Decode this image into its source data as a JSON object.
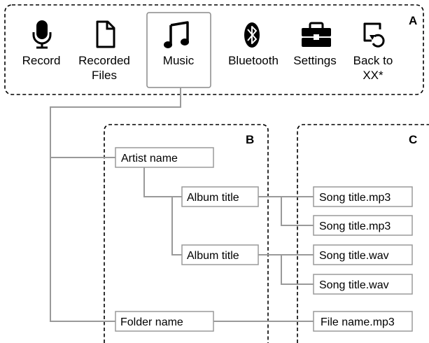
{
  "section_labels": {
    "a": "A",
    "b": "B",
    "c": "C"
  },
  "menu": [
    {
      "id": "record",
      "icon": "microphone-icon",
      "lines": [
        "Record"
      ]
    },
    {
      "id": "recorded-files",
      "icon": "document-icon",
      "lines": [
        "Recorded",
        "Files"
      ]
    },
    {
      "id": "music",
      "icon": "music-note-icon",
      "lines": [
        "Music"
      ],
      "selected": true
    },
    {
      "id": "bluetooth",
      "icon": "bluetooth-icon",
      "lines": [
        "Bluetooth"
      ]
    },
    {
      "id": "settings",
      "icon": "toolbox-icon",
      "lines": [
        "Settings"
      ]
    },
    {
      "id": "back-to",
      "icon": "back-arrow-icon",
      "lines": [
        "Back to",
        "XX*"
      ]
    }
  ],
  "tree": {
    "artist": "Artist name",
    "album1": "Album title",
    "album2": "Album title",
    "folder": "Folder name",
    "song1": "Song title.mp3",
    "song2": "Song title.mp3",
    "song3": "Song title.wav",
    "song4": "Song title.wav",
    "file": "File name.mp3"
  }
}
